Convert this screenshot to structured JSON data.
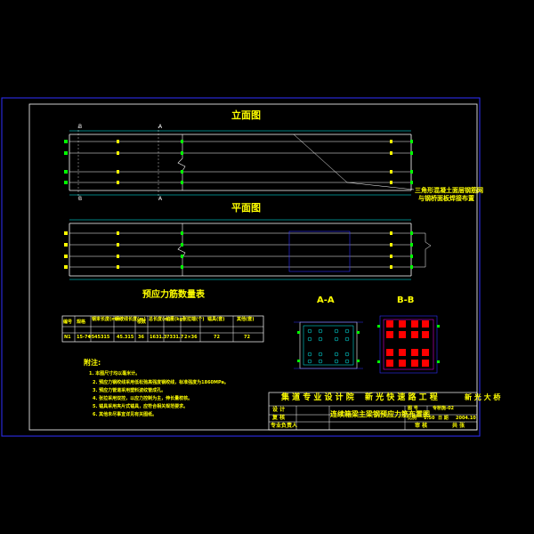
{
  "drawing": {
    "elevation_title": "立面图",
    "plan_title": "平面图",
    "section_a_title": "A-A",
    "section_b_title": "B-B",
    "table_title": "预应力筋数量表",
    "notes_title": "附注:",
    "side_note_line1": "三角形混凝土面层钢筋网",
    "side_note_line2": "与钢桥面板焊接布置"
  },
  "cut_labels": {
    "b_top": "B",
    "a_top": "A",
    "b_bottom": "B",
    "a_bottom": "A"
  },
  "table": {
    "headers": [
      "编号",
      "规格",
      "钢束长度(mm)",
      "钢绞线长度(m)",
      "根数",
      "总长度(m)",
      "总重(kg)",
      "张拉端(个)",
      "锚具(套)",
      "其他(套)"
    ],
    "row": [
      "N1",
      "15-7Φ5",
      "45315",
      "45.315",
      "36",
      "1631.3",
      "7331.7",
      "2×36",
      "72",
      "72"
    ]
  },
  "notes": [
    "1. 本图尺寸均以毫米计。",
    "2. 预应力钢绞线采用低松弛高强度钢绞线，标准强度为1860MPa。",
    "3. 预应力管道采用塑料波纹管成孔。",
    "4. 张拉采用双控，以应力控制为主，伸长量校核。",
    "5. 锚具采用夹片式锚具，应符合相关规范要求。",
    "6. 其他未尽事宜详见有关图纸。"
  ],
  "title_block": {
    "project": "快 速 路 工 程",
    "project_prefix": "集 道 专 业 设 计 院",
    "project_middle": "新 光 快 速 路 工 程",
    "bridge_name": "新 光 大 桥",
    "drawing_name": "连续箱梁主梁钢预应力筋布置图",
    "designer_label": "设 计",
    "checker_label": "复 核",
    "approver_label": "审 核",
    "lead_label": "专业负责人",
    "scale_label": "比例",
    "scale_value": "1:50",
    "date_label": "日 期",
    "date_value": "2004.10",
    "drawing_no_label": "图 号",
    "drawing_no_value": "专桥施-02",
    "sheet_label": "第 张",
    "total_label": "共 张"
  },
  "colors": {
    "background": "#000000",
    "outer_frame": "#0000ff",
    "inner_frame": "#ffffff",
    "yellow": "#ffff00",
    "green": "#00ff00",
    "cyan": "#00ffff",
    "magenta": "#ff00ff",
    "red": "#ff0000"
  }
}
